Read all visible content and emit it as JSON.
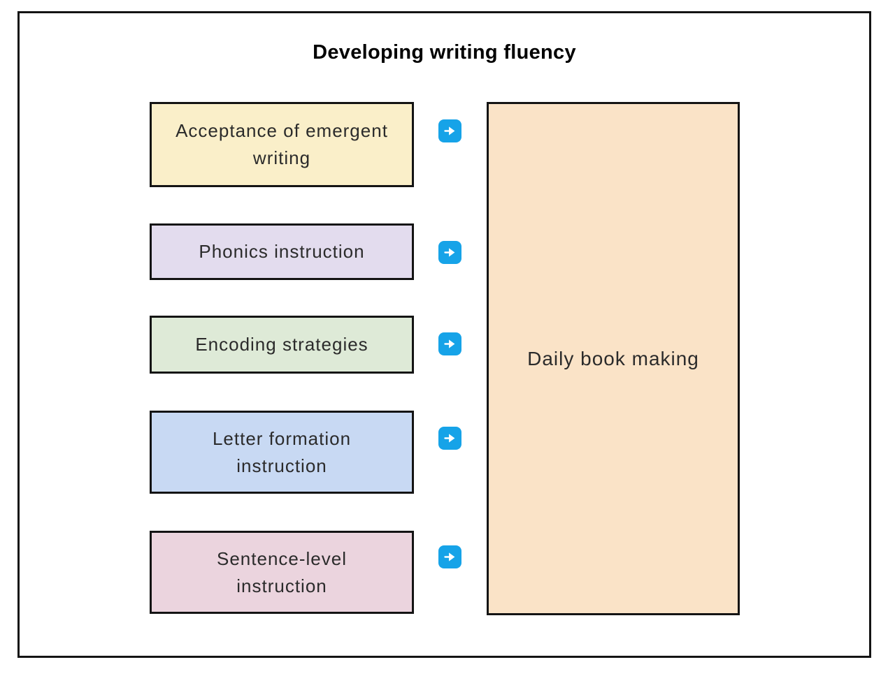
{
  "diagram": {
    "title": "Developing writing fluency",
    "inputs": [
      {
        "label": "Acceptance of emergent writing",
        "color": "#FAEFC9"
      },
      {
        "label": "Phonics instruction",
        "color": "#E3DCEE"
      },
      {
        "label": "Encoding strategies",
        "color": "#DEEAD7"
      },
      {
        "label": "Letter formation instruction",
        "color": "#C8D9F3"
      },
      {
        "label": "Sentence-level instruction",
        "color": "#EBD4DE"
      }
    ],
    "output": {
      "label": "Daily book making",
      "color": "#FAE3C7"
    },
    "arrow_icon": "right-arrow",
    "colors": {
      "arrow_background": "#16A3E8",
      "arrow_glyph": "#FFFFFF",
      "border": "#141414",
      "text": "#2B2B2B",
      "background": "#FFFFFF"
    }
  }
}
